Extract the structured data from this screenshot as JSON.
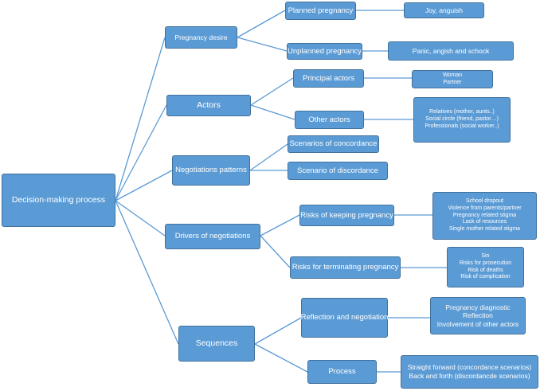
{
  "root": "Decision-making process",
  "level1": {
    "pregnancy_desire": "Pregnancy desire",
    "actors": "Actors",
    "negotiation_patterns": "Negotiations patterns",
    "drivers": "Drivers of negotiations",
    "sequences": "Sequences"
  },
  "level2": {
    "planned": "Planned pregnancy",
    "unplanned": "Unplanned pregnancy",
    "principal_actors": "Principal actors",
    "other_actors": "Other actors",
    "concordance": "Scenarios of concordance",
    "discordance": "Scenario of discordance",
    "risks_keeping": "Risks of keeping pregnancy",
    "risks_terminating": "Risks for terminating pregnancy",
    "reflection": "Reflection and negotiation",
    "process": "Process"
  },
  "level3": {
    "planned_emotions": [
      "Joy, anguish"
    ],
    "unplanned_emotions": [
      "Panic, angish and schock"
    ],
    "principal_list": [
      "Woman",
      "Partner"
    ],
    "other_list": [
      "Relatives (mother, aunts..)",
      "Social circle (friend, pastor…)",
      "Professionals (social worker..)"
    ],
    "keeping_list": [
      "School dropout",
      "Violence from parents/partner",
      "Pregnancy related stigma",
      "Lack of resources",
      "Single mother related stigma"
    ],
    "terminating_list": [
      "Sin",
      "Risks for prosecution",
      "Risk of deaths",
      "Risk of complication"
    ],
    "reflection_list": [
      "Pregnancy diagnostic",
      "Reflection",
      "Involvement of other actors"
    ],
    "process_list": [
      "Straight forward (concordance scenarios)",
      "Back and forth (discordancde scenarios)"
    ]
  },
  "colors": {
    "box_fill": "#5b9bd5",
    "box_border": "#41719c",
    "line": "#5b9bd5",
    "text": "#ffffff"
  }
}
